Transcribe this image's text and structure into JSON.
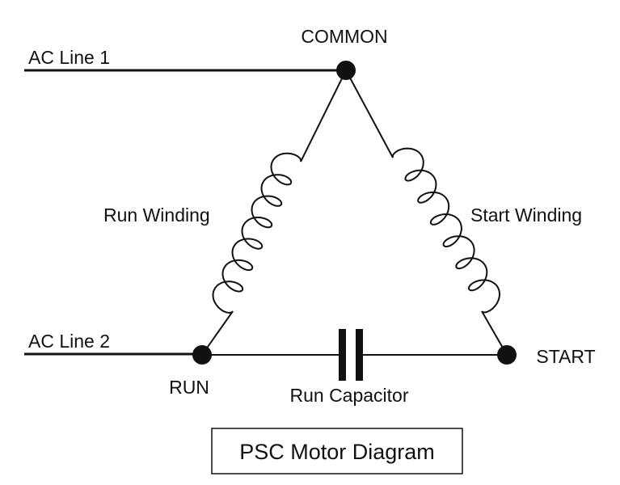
{
  "diagram": {
    "title": "PSC Motor Diagram",
    "terminals": {
      "common": "COMMON",
      "run": "RUN",
      "start": "START"
    },
    "lines": {
      "ac_line_1": "AC Line 1",
      "ac_line_2": "AC Line 2"
    },
    "components": {
      "run_winding": "Run Winding",
      "start_winding": "Start Winding",
      "run_capacitor": "Run Capacitor"
    },
    "colors": {
      "ink": "#111111",
      "background": "#ffffff"
    }
  }
}
